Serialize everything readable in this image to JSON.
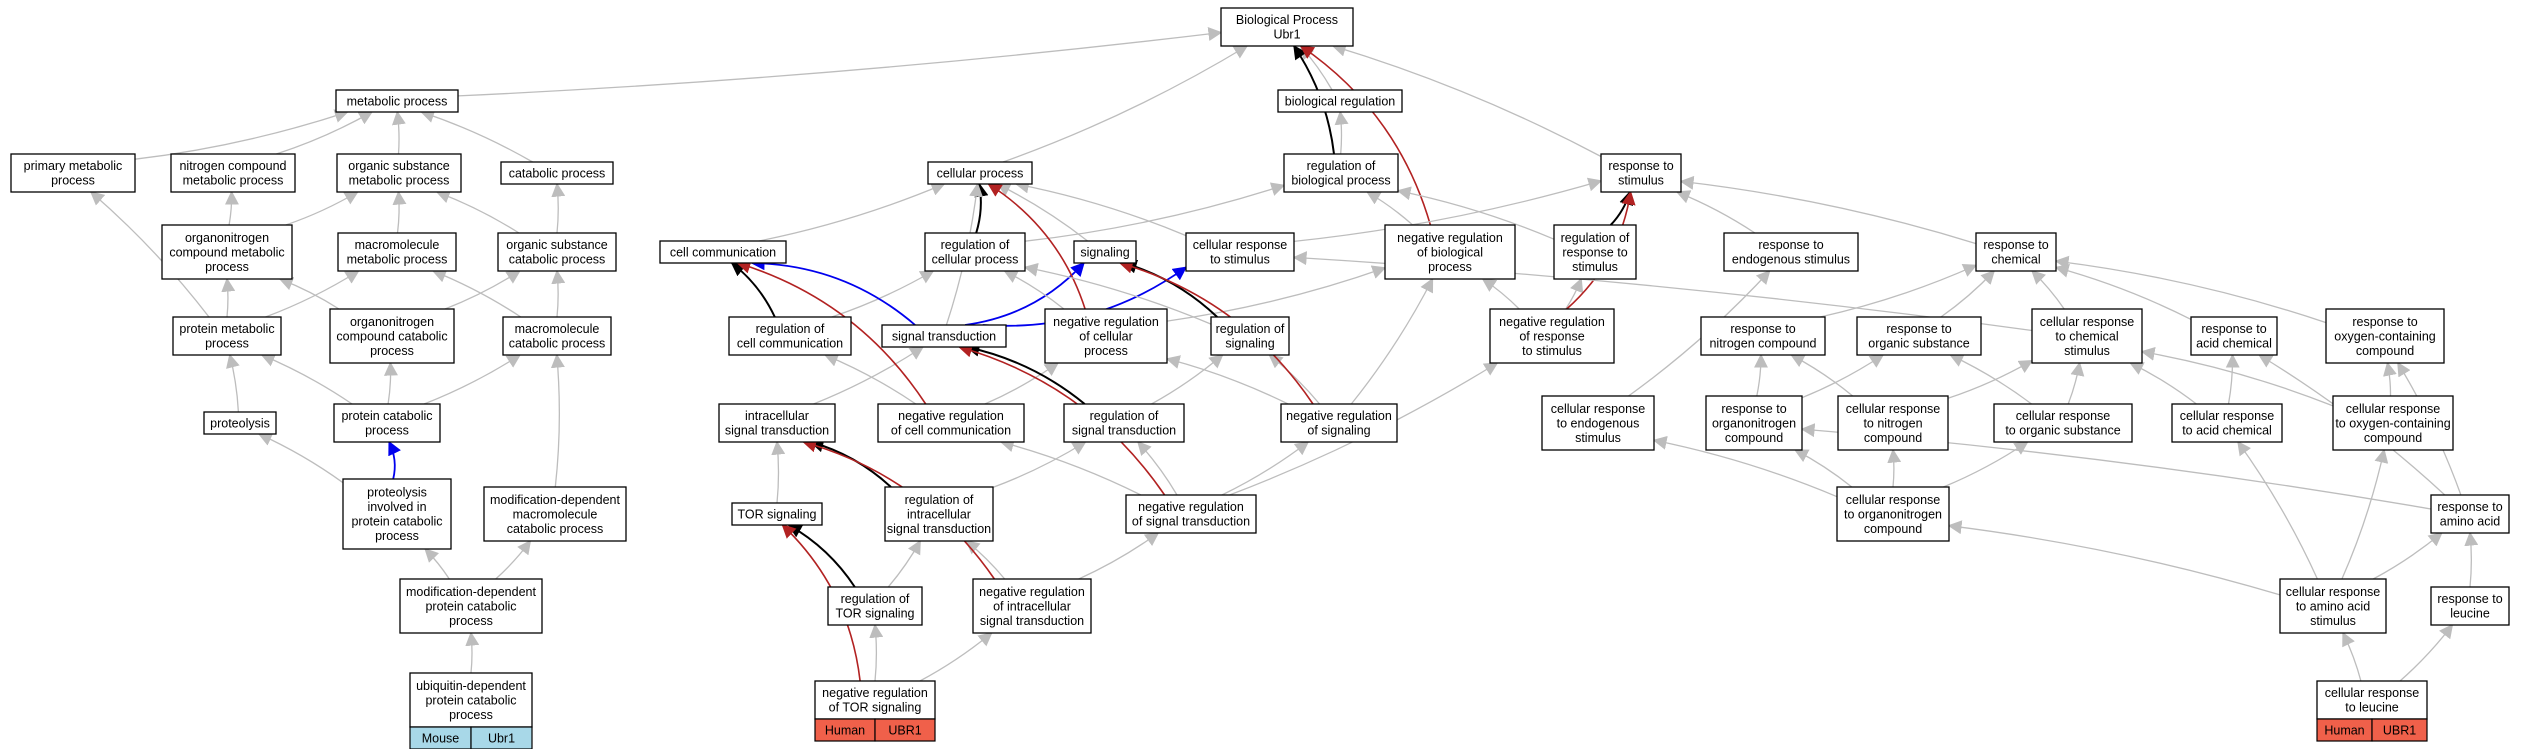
{
  "colors": {
    "edge_gray": "#bdbdbd",
    "edge_black": "#000000",
    "edge_red": "#b22222",
    "edge_blue": "#0000ee",
    "tag_human": "#f0604a",
    "tag_mouse": "#a8d8e8"
  },
  "nodes": [
    {
      "id": "bp",
      "lines": [
        "Biological Process",
        "Ubr1"
      ]
    },
    {
      "id": "metabolic",
      "lines": [
        "metabolic process"
      ]
    },
    {
      "id": "bioreg",
      "lines": [
        "biological regulation"
      ]
    },
    {
      "id": "primary",
      "lines": [
        "primary metabolic",
        "process"
      ]
    },
    {
      "id": "nitrogen",
      "lines": [
        "nitrogen compound",
        "metabolic process"
      ]
    },
    {
      "id": "orgsubmet",
      "lines": [
        "organic substance",
        "metabolic process"
      ]
    },
    {
      "id": "catabolic",
      "lines": [
        "catabolic process"
      ]
    },
    {
      "id": "cellproc",
      "lines": [
        "cellular process"
      ]
    },
    {
      "id": "regbio",
      "lines": [
        "regulation of",
        "biological process"
      ]
    },
    {
      "id": "respstim",
      "lines": [
        "response to",
        "stimulus"
      ]
    },
    {
      "id": "orgnitmet",
      "lines": [
        "organonitrogen",
        "compound metabolic",
        "process"
      ]
    },
    {
      "id": "macromet",
      "lines": [
        "macromolecule",
        "metabolic process"
      ]
    },
    {
      "id": "orgsubcat",
      "lines": [
        "organic substance",
        "catabolic process"
      ]
    },
    {
      "id": "cellcomm",
      "lines": [
        "cell communication"
      ]
    },
    {
      "id": "regcell",
      "lines": [
        "regulation of",
        "cellular process"
      ]
    },
    {
      "id": "signaling",
      "lines": [
        "signaling"
      ]
    },
    {
      "id": "cellrespstim",
      "lines": [
        "cellular response",
        "to stimulus"
      ]
    },
    {
      "id": "negregbio",
      "lines": [
        "negative regulation",
        "of biological",
        "process"
      ]
    },
    {
      "id": "regresp",
      "lines": [
        "regulation of",
        "response to",
        "stimulus"
      ]
    },
    {
      "id": "respendo",
      "lines": [
        "response to",
        "endogenous stimulus"
      ]
    },
    {
      "id": "respchem",
      "lines": [
        "response to",
        "chemical"
      ]
    },
    {
      "id": "protmet",
      "lines": [
        "protein metabolic",
        "process"
      ]
    },
    {
      "id": "orgnitcat",
      "lines": [
        "organonitrogen",
        "compound catabolic",
        "process"
      ]
    },
    {
      "id": "macrocat",
      "lines": [
        "macromolecule",
        "catabolic process"
      ]
    },
    {
      "id": "regcellcomm",
      "lines": [
        "regulation of",
        "cell communication"
      ]
    },
    {
      "id": "sigtrans",
      "lines": [
        "signal transduction"
      ]
    },
    {
      "id": "negregcell",
      "lines": [
        "negative regulation",
        "of cellular",
        "process"
      ]
    },
    {
      "id": "regsig",
      "lines": [
        "regulation of",
        "signaling"
      ]
    },
    {
      "id": "negregresp",
      "lines": [
        "negative regulation",
        "of response",
        "to stimulus"
      ]
    },
    {
      "id": "respnitro",
      "lines": [
        "response to",
        "nitrogen compound"
      ]
    },
    {
      "id": "resporg",
      "lines": [
        "response to",
        "organic substance"
      ]
    },
    {
      "id": "cellrespchem",
      "lines": [
        "cellular response",
        "to chemical",
        "stimulus"
      ]
    },
    {
      "id": "respacid",
      "lines": [
        "response to",
        "acid chemical"
      ]
    },
    {
      "id": "respoxy",
      "lines": [
        "response to",
        "oxygen-containing",
        "compound"
      ]
    },
    {
      "id": "proteolysis",
      "lines": [
        "proteolysis"
      ]
    },
    {
      "id": "protcat",
      "lines": [
        "protein catabolic",
        "process"
      ]
    },
    {
      "id": "intracell",
      "lines": [
        "intracellular",
        "signal transduction"
      ]
    },
    {
      "id": "negregcellcomm",
      "lines": [
        "negative regulation",
        "of cell communication"
      ]
    },
    {
      "id": "regsigtrans",
      "lines": [
        "regulation of",
        "signal transduction"
      ]
    },
    {
      "id": "negregsig",
      "lines": [
        "negative regulation",
        "of signaling"
      ]
    },
    {
      "id": "cellrespendo",
      "lines": [
        "cellular response",
        "to endogenous",
        "stimulus"
      ]
    },
    {
      "id": "resporganonit",
      "lines": [
        "response to",
        "organonitrogen",
        "compound"
      ]
    },
    {
      "id": "cellrespnitro",
      "lines": [
        "cellular response",
        "to nitrogen",
        "compound"
      ]
    },
    {
      "id": "cellresporg",
      "lines": [
        "cellular response",
        "to organic substance"
      ]
    },
    {
      "id": "cellrespacid",
      "lines": [
        "cellular response",
        "to acid chemical"
      ]
    },
    {
      "id": "cellrespoxy",
      "lines": [
        "cellular response",
        "to oxygen-containing",
        "compound"
      ]
    },
    {
      "id": "proteolysisinv",
      "lines": [
        "proteolysis",
        "involved in",
        "protein catabolic",
        "process"
      ]
    },
    {
      "id": "moddepmacro",
      "lines": [
        "modification-dependent",
        "macromolecule",
        "catabolic process"
      ]
    },
    {
      "id": "tor",
      "lines": [
        "TOR signaling"
      ]
    },
    {
      "id": "regintra",
      "lines": [
        "regulation of",
        "intracellular",
        "signal transduction"
      ]
    },
    {
      "id": "negregsigtrans",
      "lines": [
        "negative regulation",
        "of signal transduction"
      ]
    },
    {
      "id": "cellresporganonit",
      "lines": [
        "cellular response",
        "to organonitrogen",
        "compound"
      ]
    },
    {
      "id": "respamino",
      "lines": [
        "response to",
        "amino acid"
      ]
    },
    {
      "id": "moddepprot",
      "lines": [
        "modification-dependent",
        "protein catabolic",
        "process"
      ]
    },
    {
      "id": "regtor",
      "lines": [
        "regulation of",
        "TOR signaling"
      ]
    },
    {
      "id": "negregintra",
      "lines": [
        "negative regulation",
        "of intracellular",
        "signal transduction"
      ]
    },
    {
      "id": "cellrespamino",
      "lines": [
        "cellular response",
        "to amino acid",
        "stimulus"
      ]
    },
    {
      "id": "respleu",
      "lines": [
        "response to",
        "leucine"
      ]
    },
    {
      "id": "ubiq",
      "lines": [
        "ubiquitin-dependent",
        "protein catabolic",
        "process"
      ],
      "tags": [
        "Mouse",
        "Ubr1"
      ]
    },
    {
      "id": "negregtor",
      "lines": [
        "negative regulation",
        "of TOR signaling"
      ],
      "tags": [
        "Human",
        "UBR1"
      ]
    },
    {
      "id": "cellrespleu",
      "lines": [
        "cellular response",
        "to leucine"
      ],
      "tags": [
        "Human",
        "UBR1"
      ]
    }
  ]
}
